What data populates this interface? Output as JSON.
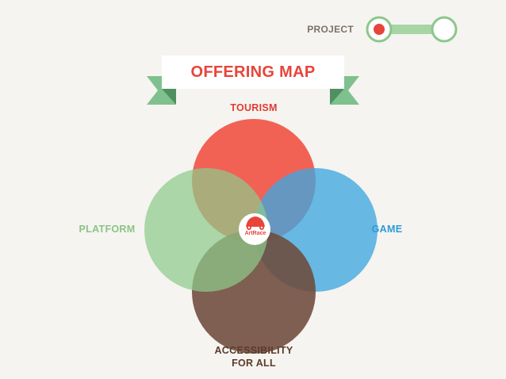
{
  "header": {
    "project_label": "PROJECT"
  },
  "title": {
    "text": "OFFERING MAP"
  },
  "venn": {
    "sets": [
      {
        "id": "tourism",
        "label": "TOURISM",
        "color": "#f05a4c",
        "label_color": "#e23b32"
      },
      {
        "id": "platform",
        "label": "PLATFORM",
        "color": "#8fcb8a",
        "label_color": "#8cc387"
      },
      {
        "id": "game",
        "label": "GAME",
        "color": "#3fa6df",
        "label_color": "#2d9cd6"
      },
      {
        "id": "accessibility",
        "label_line1": "ACCESSIBILITY",
        "label_line2": "FOR ALL",
        "color": "#6e4a3a",
        "label_color": "#5c3a2c"
      }
    ],
    "center_logo": {
      "text": "ArtRace",
      "color": "#e8443a"
    }
  },
  "colors": {
    "accent_red": "#e8443a",
    "toggle_green": "#8cc78a",
    "banner_ribbon": "#7fc18e"
  }
}
